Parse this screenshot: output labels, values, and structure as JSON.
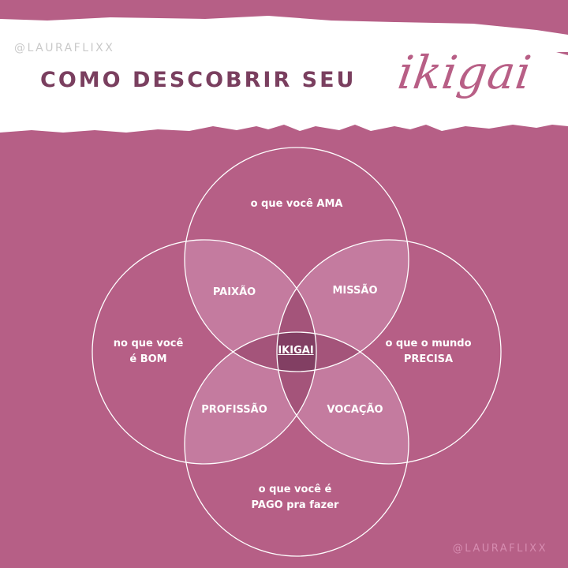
{
  "header": {
    "handle": "@LAURAFLIXX",
    "title": "COMO DESCOBRIR SEU",
    "script_word": "ikigai"
  },
  "diagram": {
    "circles": [
      {
        "id": "love",
        "label_line1": "o que você AMA",
        "label_line2": ""
      },
      {
        "id": "good",
        "label_line1": "no que você",
        "label_line2": "é BOM"
      },
      {
        "id": "need",
        "label_line1": "o que o mundo",
        "label_line2": "PRECISA"
      },
      {
        "id": "paid",
        "label_line1": "o que você é",
        "label_line2": "PAGO pra fazer"
      }
    ],
    "overlaps": {
      "paixao": "PAIXÃO",
      "missao": "MISSÃO",
      "profissao": "PROFISSÃO",
      "vocacao": "VOCAÇÃO"
    },
    "center": "IKIGAI"
  },
  "footer": {
    "handle": "@LAURAFLIXX"
  },
  "colors": {
    "background": "#b65f86",
    "overlap_light": "#c47b9f",
    "overlap_dark": "#a4547a",
    "center": "#823f63",
    "title": "#7a3f5f",
    "stroke": "#ffffff"
  }
}
